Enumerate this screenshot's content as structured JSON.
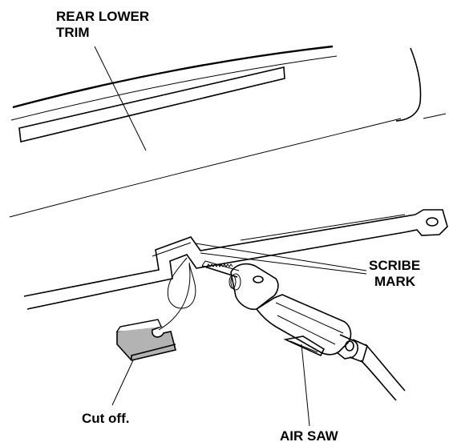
{
  "labels": {
    "rear_lower_trim_line1": "REAR LOWER",
    "rear_lower_trim_line2": "TRIM",
    "scribe_mark_line1": "SCRIBE",
    "scribe_mark_line2": "MARK",
    "cut_off": "Cut off.",
    "air_saw": "AIR SAW"
  },
  "colors": {
    "line": "#000000",
    "cut_piece_fill": "#b3b3b3",
    "background": "#ffffff"
  }
}
